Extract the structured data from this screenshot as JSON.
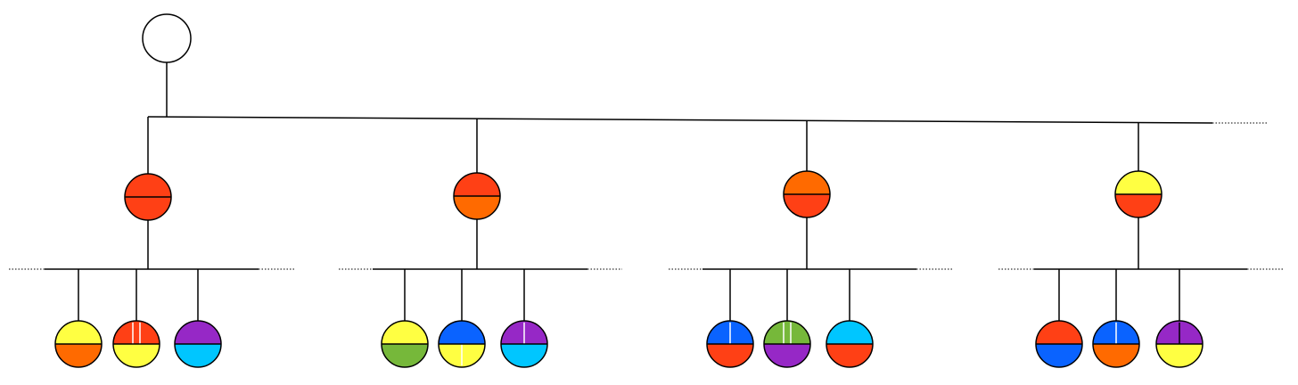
{
  "colors": {
    "red": "#ff4015",
    "orange": "#ff6a00",
    "yellow": "#ffff42",
    "green": "#76b83a",
    "blue": "#0a63ff",
    "cyan": "#00c6ff",
    "purple": "#9628c6",
    "white": "#ffffff"
  },
  "root": {
    "name": "root-node",
    "fill": "white"
  },
  "families": [
    {
      "name": "family-1",
      "parent": {
        "top": "red",
        "bottom": "red"
      },
      "children": [
        {
          "top": "yellow",
          "bottom": "orange",
          "marks": 0,
          "marks_in": "top"
        },
        {
          "top": "red",
          "bottom": "yellow",
          "marks": 2,
          "marks_in": "top"
        },
        {
          "top": "purple",
          "bottom": "cyan",
          "marks": 0,
          "marks_in": "top"
        }
      ]
    },
    {
      "name": "family-2",
      "parent": {
        "top": "red",
        "bottom": "orange"
      },
      "children": [
        {
          "top": "yellow",
          "bottom": "green",
          "marks": 0,
          "marks_in": "top"
        },
        {
          "top": "blue",
          "bottom": "yellow",
          "marks": 1,
          "marks_in": "bottom"
        },
        {
          "top": "purple",
          "bottom": "cyan",
          "marks": 1,
          "marks_in": "top"
        }
      ]
    },
    {
      "name": "family-3",
      "parent": {
        "top": "orange",
        "bottom": "red"
      },
      "children": [
        {
          "top": "blue",
          "bottom": "red",
          "marks": 1,
          "marks_in": "top"
        },
        {
          "top": "green",
          "bottom": "purple",
          "marks": 2,
          "marks_in": "top"
        },
        {
          "top": "cyan",
          "bottom": "red",
          "marks": 0,
          "marks_in": "top"
        }
      ]
    },
    {
      "name": "family-4",
      "parent": {
        "top": "yellow",
        "bottom": "red"
      },
      "children": [
        {
          "top": "red",
          "bottom": "blue",
          "marks": 0,
          "marks_in": "top"
        },
        {
          "top": "blue",
          "bottom": "orange",
          "marks": 1,
          "marks_in": "top"
        },
        {
          "top": "purple",
          "bottom": "yellow",
          "marks": 1,
          "marks_in": "top",
          "dark_mark": true
        }
      ]
    }
  ]
}
